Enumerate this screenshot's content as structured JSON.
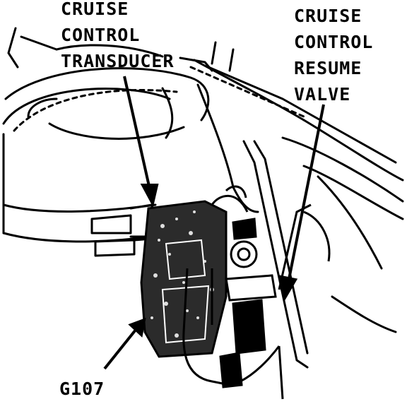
{
  "labels": {
    "transducer": [
      "CRUISE",
      "CONTROL",
      "TRANSDUCER"
    ],
    "resume_valve": [
      "CRUISE",
      "CONTROL",
      "RESUME",
      "VALVE"
    ],
    "ground": "G107"
  },
  "colors": {
    "ink": "#000000",
    "paper": "#ffffff"
  }
}
